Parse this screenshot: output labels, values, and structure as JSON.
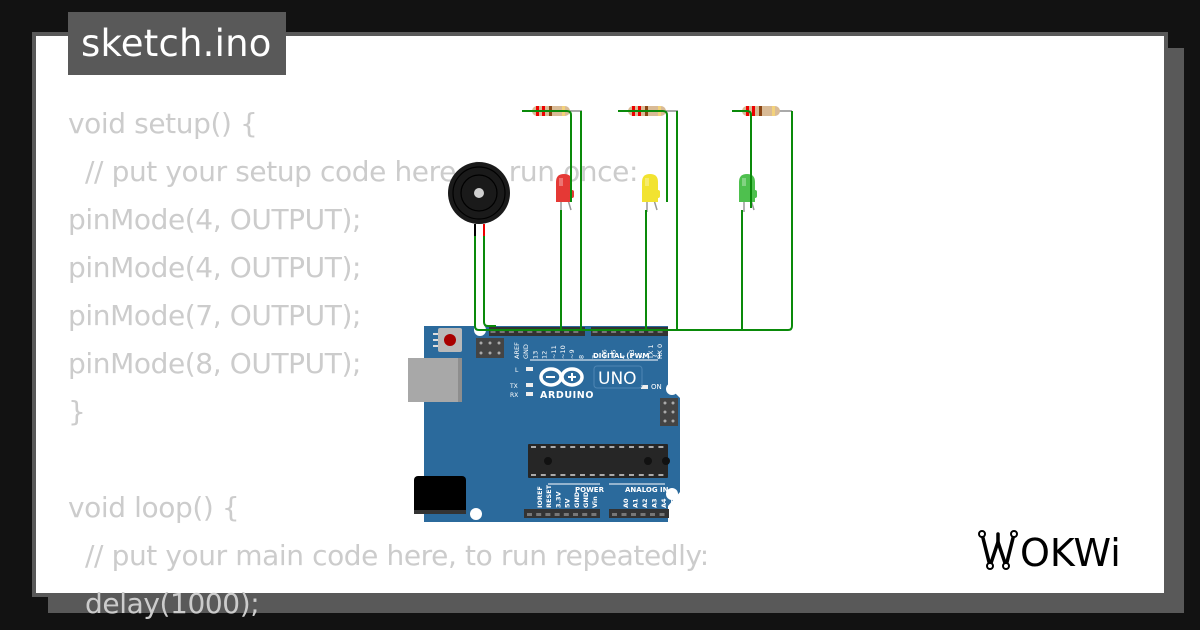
{
  "tab": {
    "filename": "sketch.ino"
  },
  "code": {
    "lines": [
      "void setup() {",
      "  // put your setup code here, to run once:",
      "pinMode(4, OUTPUT);",
      "pinMode(4, OUTPUT);",
      "pinMode(7, OUTPUT);",
      "pinMode(8, OUTPUT);",
      "}",
      "",
      "void loop() {",
      "  // put your main code here, to run repeatedly:",
      "  delay(1000);"
    ]
  },
  "board": {
    "name": "UNO",
    "brand": "ARDUINO",
    "digital_label": "DIGITAL (PWM ~)",
    "power_label": "POWER",
    "analog_label": "ANALOG IN",
    "on_label": "ON",
    "led_labels": {
      "l": "L",
      "tx": "TX",
      "rx": "RX"
    },
    "digital_pins": [
      "AREF",
      "GND",
      "13",
      "12",
      "~11",
      "~10",
      "~9",
      "8",
      "7",
      "~6",
      "~5",
      "4",
      "~3",
      "2",
      "TX 1",
      "RX 0"
    ],
    "power_pins": [
      "IOREF",
      "RESET",
      "3.3V",
      "5V",
      "GND",
      "GND",
      "Vin"
    ],
    "analog_pins": [
      "A0",
      "A1",
      "A2",
      "A3",
      "A4",
      "A5"
    ],
    "color": "#2b6a9c"
  },
  "components": {
    "leds": [
      {
        "color_name": "red",
        "fill": "#e53935"
      },
      {
        "color_name": "yellow",
        "fill": "#f2e330"
      },
      {
        "color_name": "green",
        "fill": "#4ec04e"
      }
    ],
    "resistor_count": 3,
    "buzzer": "piezo-buzzer",
    "wire_color": "#0a8a0a"
  },
  "logo": {
    "text": "WOKWi"
  }
}
